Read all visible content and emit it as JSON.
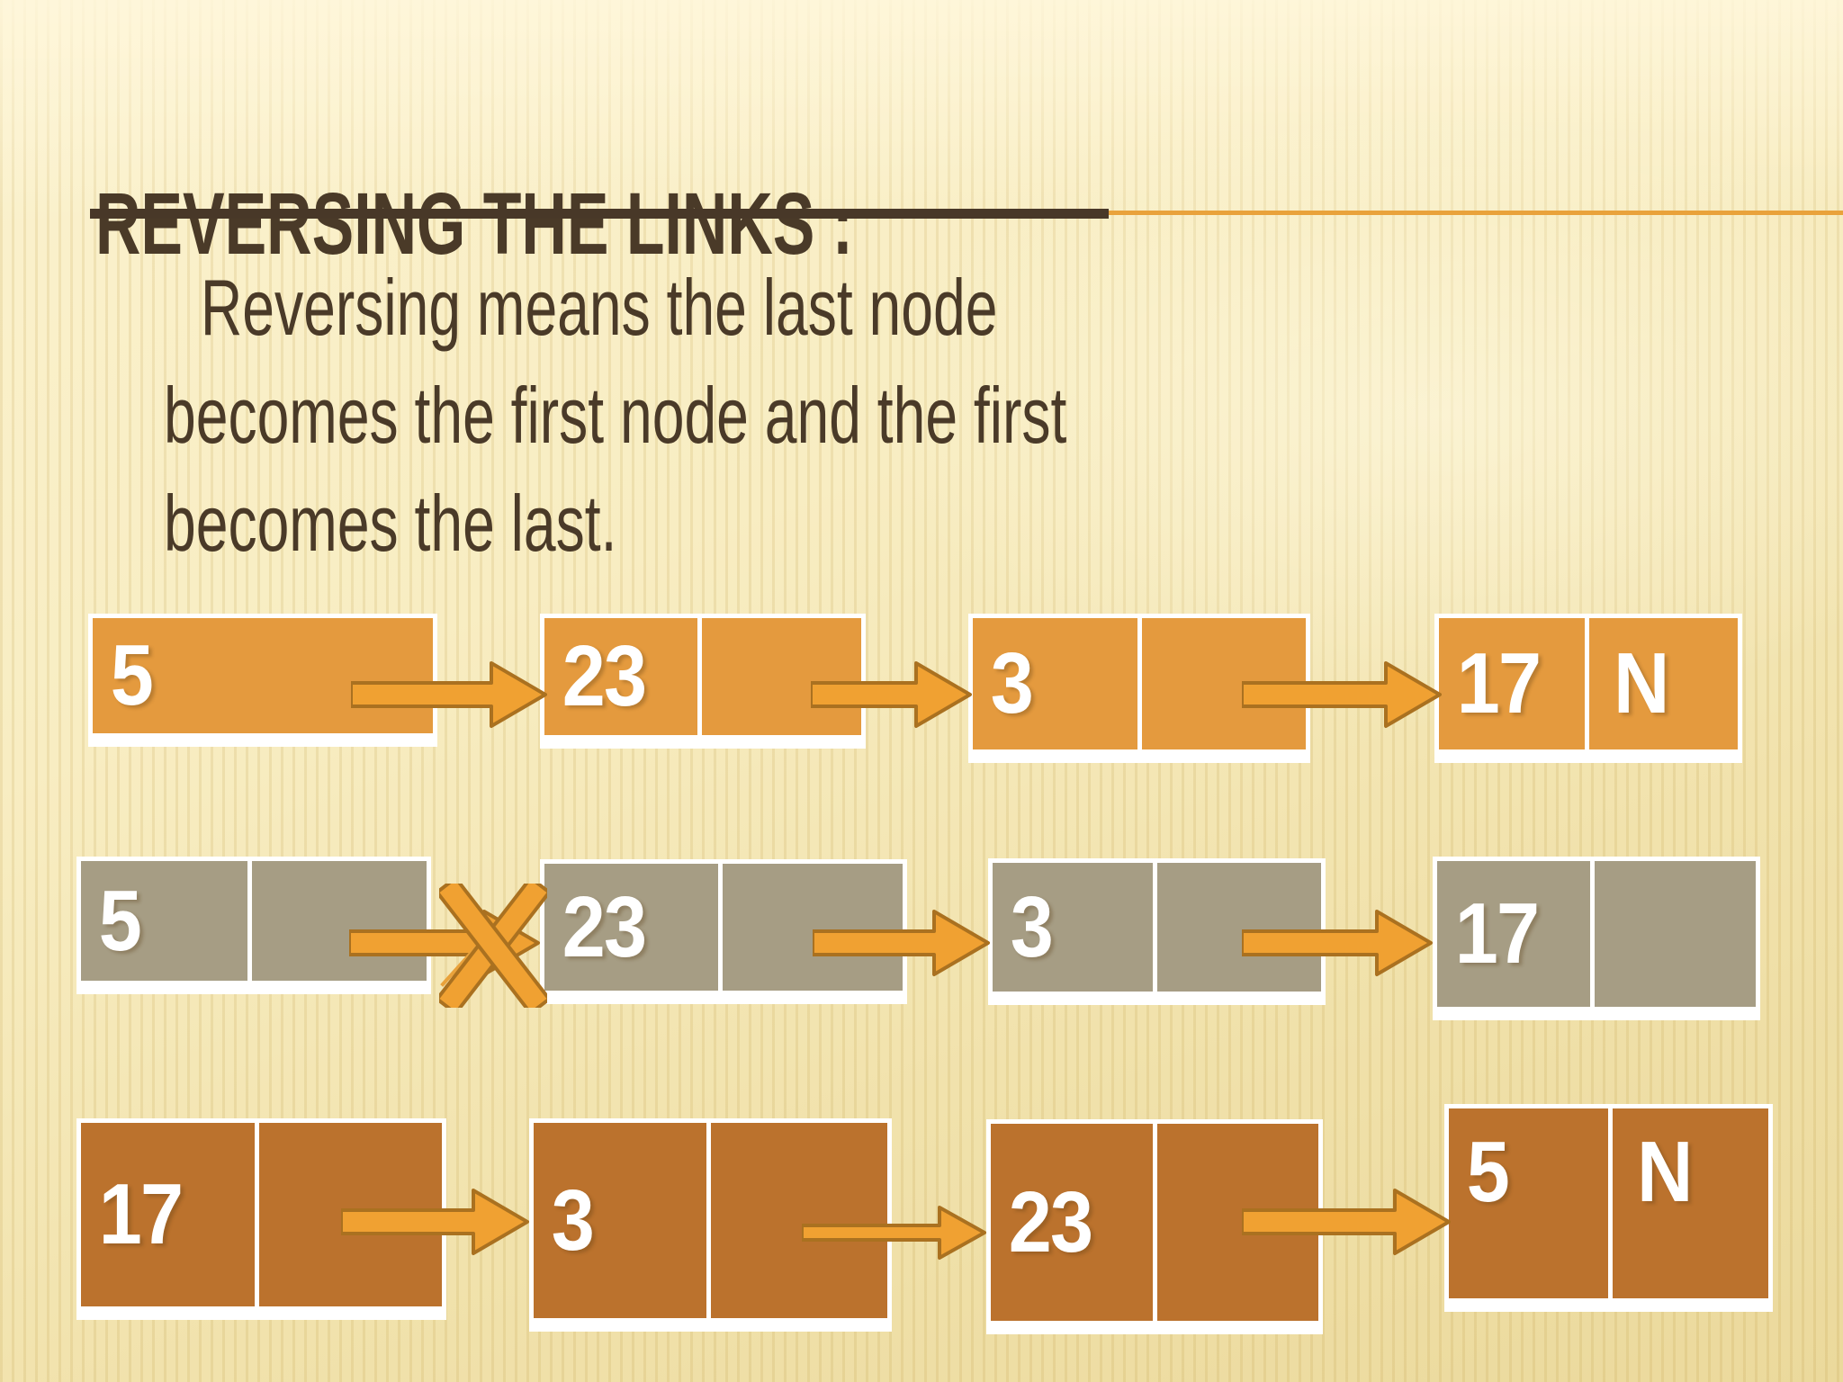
{
  "slide": {
    "title": "REVERSING THE LINKS :",
    "body_lines": [
      "Reversing means the last node",
      "becomes the first node and the first",
      "becomes the last."
    ]
  },
  "colors": {
    "background": "#F7ECC2",
    "text": "#4A3A28",
    "title_rule_dark": "#483828",
    "title_rule_orange": "#E9A23B",
    "row1_fill": "#E49A3E",
    "row2_fill": "#A69D84",
    "row3_fill": "#BB722D",
    "arrow_fill": "#F0A132",
    "arrow_outline": "#AA7120",
    "node_text": "#FFFFFF"
  },
  "diagram": {
    "rows": [
      {
        "name": "original-list",
        "nodes": [
          {
            "value": "5",
            "pointer": ""
          },
          {
            "value": "23",
            "pointer": ""
          },
          {
            "value": "3",
            "pointer": ""
          },
          {
            "value": "17",
            "pointer": "N"
          }
        ],
        "arrows": [
          {
            "crossed": false
          },
          {
            "crossed": false
          },
          {
            "crossed": false
          }
        ]
      },
      {
        "name": "breaking-first-link",
        "nodes": [
          {
            "value": "5",
            "pointer": ""
          },
          {
            "value": "23",
            "pointer": ""
          },
          {
            "value": "3",
            "pointer": ""
          },
          {
            "value": "17",
            "pointer": ""
          }
        ],
        "arrows": [
          {
            "crossed": true
          },
          {
            "crossed": false
          },
          {
            "crossed": false
          }
        ]
      },
      {
        "name": "reversed-list",
        "nodes": [
          {
            "value": "17",
            "pointer": ""
          },
          {
            "value": "3",
            "pointer": ""
          },
          {
            "value": "23",
            "pointer": ""
          },
          {
            "value": "5",
            "pointer": "N"
          }
        ],
        "arrows": [
          {
            "crossed": false
          },
          {
            "crossed": false
          },
          {
            "crossed": false
          }
        ]
      }
    ]
  }
}
